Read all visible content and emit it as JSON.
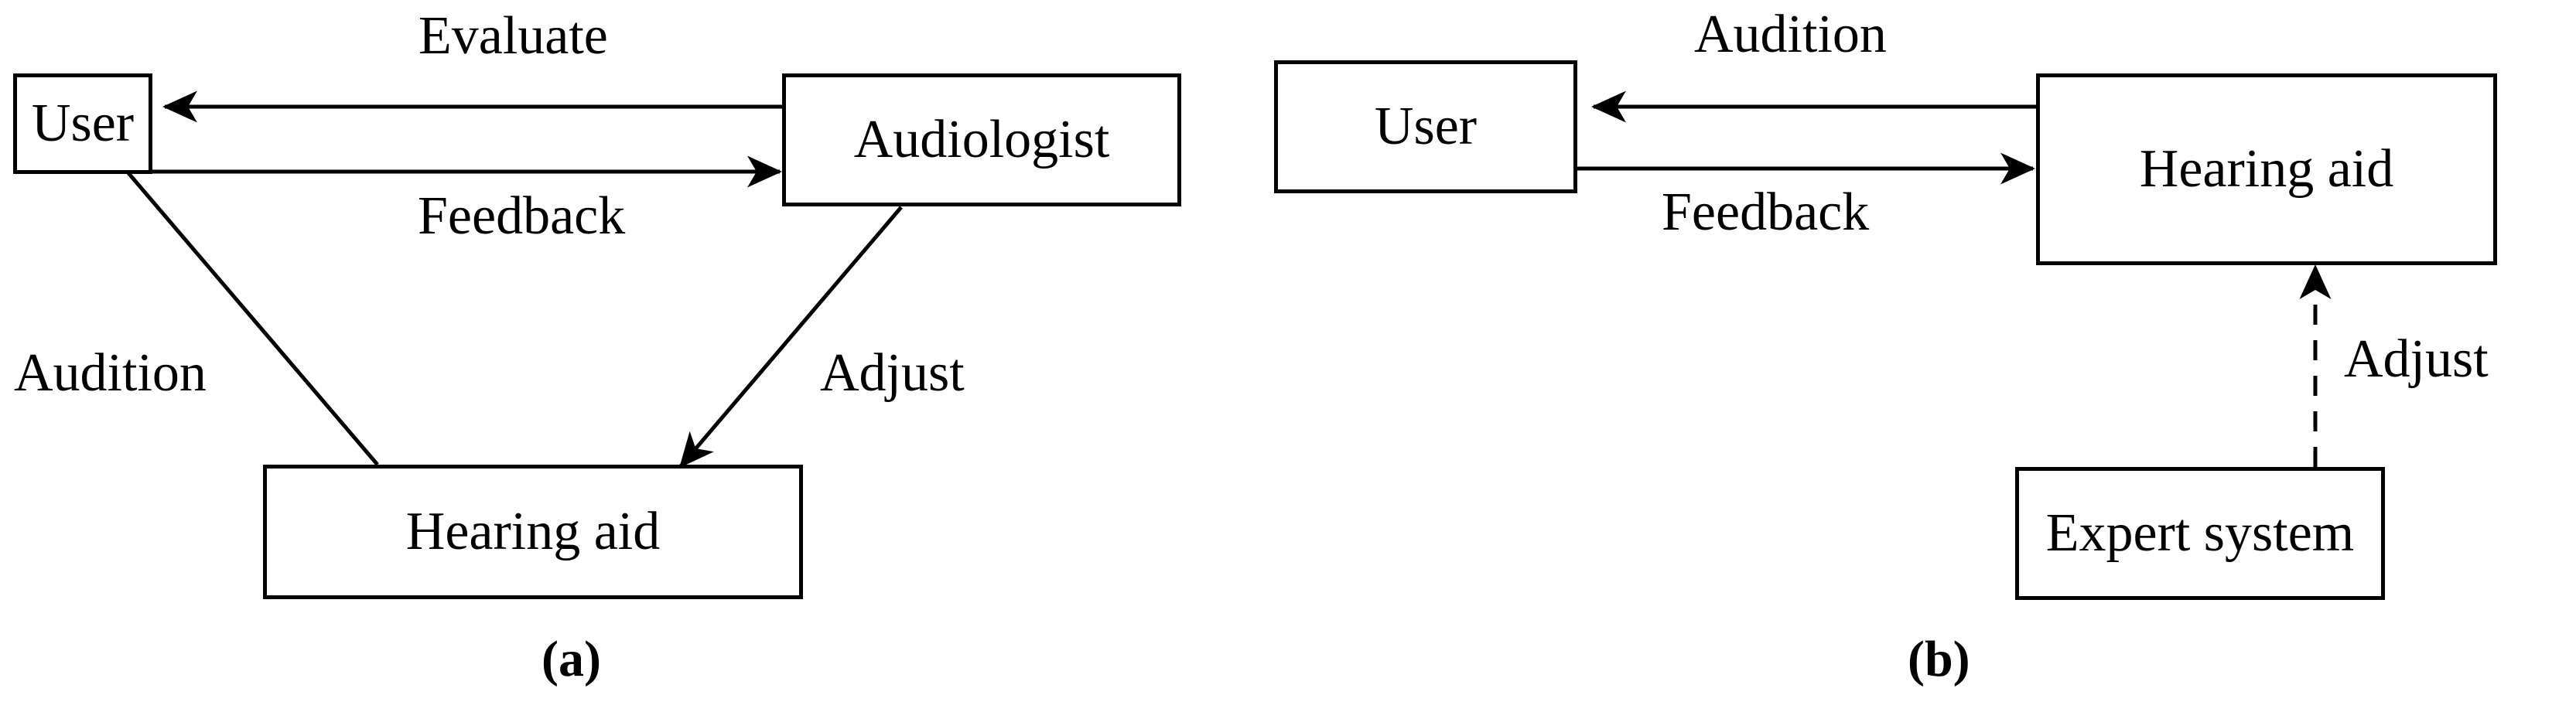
{
  "figure": {
    "type": "block-diagram",
    "background_color": "#ffffff",
    "stroke_color": "#000000",
    "panels": [
      {
        "id": "a",
        "caption": "(a)",
        "nodes": [
          {
            "id": "user_a",
            "label": "User"
          },
          {
            "id": "audiologist_a",
            "label": "Audiologist"
          },
          {
            "id": "hearingaid_a",
            "label": "Hearing aid"
          }
        ],
        "edges": [
          {
            "id": "evaluate_a",
            "label": "Evaluate",
            "from": "audiologist_a",
            "to": "user_a",
            "style": "solid"
          },
          {
            "id": "feedback_a",
            "label": "Feedback",
            "from": "user_a",
            "to": "audiologist_a",
            "style": "solid"
          },
          {
            "id": "audition_a",
            "label": "Audition",
            "from": "hearingaid_a",
            "to": "user_a",
            "style": "solid"
          },
          {
            "id": "adjust_a",
            "label": "Adjust",
            "from": "audiologist_a",
            "to": "hearingaid_a",
            "style": "solid"
          }
        ]
      },
      {
        "id": "b",
        "caption": "(b)",
        "nodes": [
          {
            "id": "user_b",
            "label": "User"
          },
          {
            "id": "hearingaid_b",
            "label": "Hearing aid"
          },
          {
            "id": "expertsystem_b",
            "label": "Expert system"
          }
        ],
        "edges": [
          {
            "id": "audition_b",
            "label": "Audition",
            "from": "hearingaid_b",
            "to": "user_b",
            "style": "solid"
          },
          {
            "id": "feedback_b",
            "label": "Feedback",
            "from": "user_b",
            "to": "hearingaid_b",
            "style": "solid"
          },
          {
            "id": "adjust_b",
            "label": "Adjust",
            "from": "expertsystem_b",
            "to": "hearingaid_b",
            "style": "dashed"
          }
        ]
      }
    ]
  }
}
